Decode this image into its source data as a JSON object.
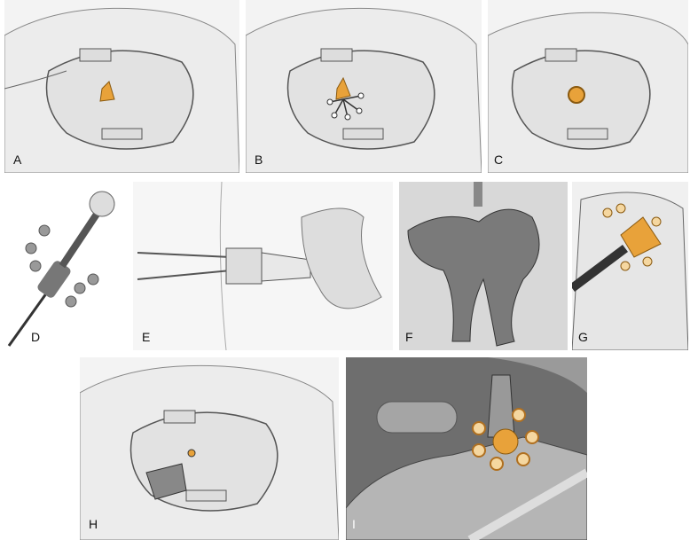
{
  "panels": [
    {
      "label": "A"
    },
    {
      "label": "B"
    },
    {
      "label": "C"
    },
    {
      "label": "D"
    },
    {
      "label": "E"
    },
    {
      "label": "F"
    },
    {
      "label": "G"
    },
    {
      "label": "H"
    },
    {
      "label": "I"
    }
  ],
  "colors": {
    "accent": "#e8a23a",
    "accent_stroke": "#8a5a10",
    "sketch_bg": "#f1f1f1",
    "dark_panel": "#6e6e6e"
  }
}
